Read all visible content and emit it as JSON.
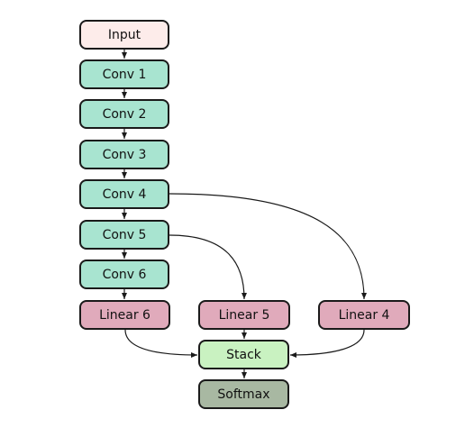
{
  "colors": {
    "input": "#fdecea",
    "conv": "#a8e4d0",
    "linear": "#e0aabb",
    "stack": "#c9f2c1",
    "softmax": "#a8b8a2",
    "border": "#1a1a1a",
    "edge": "#1a1a1a"
  },
  "nodes": {
    "input": {
      "label": "Input"
    },
    "conv1": {
      "label": "Conv 1"
    },
    "conv2": {
      "label": "Conv 2"
    },
    "conv3": {
      "label": "Conv 3"
    },
    "conv4": {
      "label": "Conv 4"
    },
    "conv5": {
      "label": "Conv 5"
    },
    "conv6": {
      "label": "Conv 6"
    },
    "linear6": {
      "label": "Linear 6"
    },
    "linear5": {
      "label": "Linear 5"
    },
    "linear4": {
      "label": "Linear 4"
    },
    "stack": {
      "label": "Stack"
    },
    "softmax": {
      "label": "Softmax"
    }
  },
  "edges": [
    {
      "from": "input",
      "to": "conv1"
    },
    {
      "from": "conv1",
      "to": "conv2"
    },
    {
      "from": "conv2",
      "to": "conv3"
    },
    {
      "from": "conv3",
      "to": "conv4"
    },
    {
      "from": "conv4",
      "to": "conv5"
    },
    {
      "from": "conv5",
      "to": "conv6"
    },
    {
      "from": "conv6",
      "to": "linear6"
    },
    {
      "from": "conv4",
      "to": "linear4"
    },
    {
      "from": "conv5",
      "to": "linear5"
    },
    {
      "from": "linear6",
      "to": "stack"
    },
    {
      "from": "linear5",
      "to": "stack"
    },
    {
      "from": "linear4",
      "to": "stack"
    },
    {
      "from": "stack",
      "to": "softmax"
    }
  ]
}
